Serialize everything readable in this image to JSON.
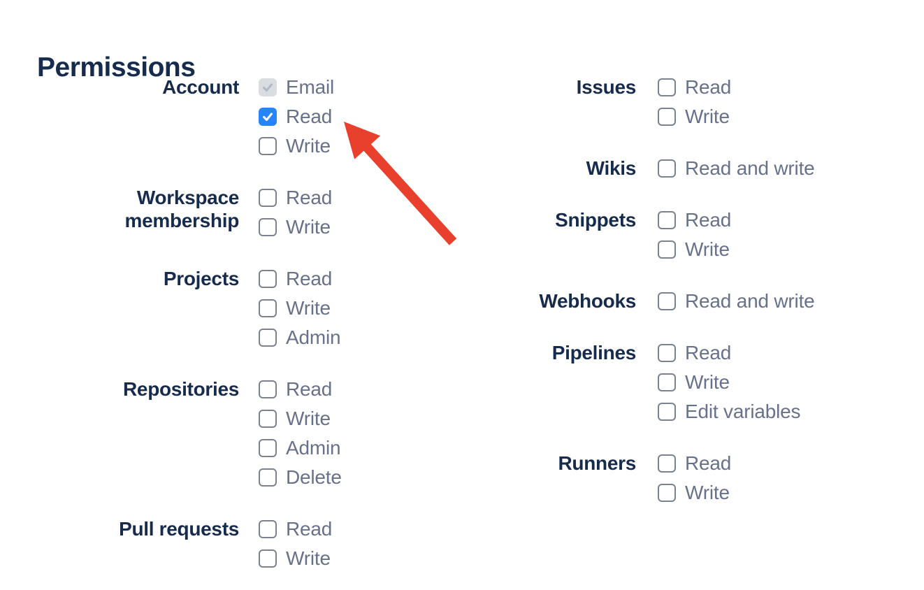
{
  "title": "Permissions",
  "colors": {
    "heading_text": "#172B4D",
    "group_label_text": "#172B4D",
    "option_label_text": "#67718A",
    "checkbox_checked_bg": "#2684FF",
    "checkbox_checkmark": "#FFFFFF",
    "checkbox_disabled_bg": "#D9DCE1",
    "checkbox_disabled_checkmark": "#B2B9C4",
    "checkbox_border": "#7A8290",
    "arrow_red": "#E8402C",
    "background": "#FFFFFF"
  },
  "annotation": {
    "type": "red-arrow",
    "points_to": "account-read-checkbox"
  },
  "columns": {
    "left": [
      {
        "label": "Account",
        "options": [
          {
            "label": "Email",
            "checked": true,
            "disabled": true
          },
          {
            "label": "Read",
            "checked": true,
            "disabled": false
          },
          {
            "label": "Write",
            "checked": false,
            "disabled": false
          }
        ]
      },
      {
        "label": "Workspace membership",
        "options": [
          {
            "label": "Read",
            "checked": false,
            "disabled": false
          },
          {
            "label": "Write",
            "checked": false,
            "disabled": false
          }
        ]
      },
      {
        "label": "Projects",
        "options": [
          {
            "label": "Read",
            "checked": false,
            "disabled": false
          },
          {
            "label": "Write",
            "checked": false,
            "disabled": false
          },
          {
            "label": "Admin",
            "checked": false,
            "disabled": false
          }
        ]
      },
      {
        "label": "Repositories",
        "options": [
          {
            "label": "Read",
            "checked": false,
            "disabled": false
          },
          {
            "label": "Write",
            "checked": false,
            "disabled": false
          },
          {
            "label": "Admin",
            "checked": false,
            "disabled": false
          },
          {
            "label": "Delete",
            "checked": false,
            "disabled": false
          }
        ]
      },
      {
        "label": "Pull requests",
        "options": [
          {
            "label": "Read",
            "checked": false,
            "disabled": false
          },
          {
            "label": "Write",
            "checked": false,
            "disabled": false
          }
        ]
      }
    ],
    "right": [
      {
        "label": "Issues",
        "options": [
          {
            "label": "Read",
            "checked": false,
            "disabled": false
          },
          {
            "label": "Write",
            "checked": false,
            "disabled": false
          }
        ]
      },
      {
        "label": "Wikis",
        "options": [
          {
            "label": "Read and write",
            "checked": false,
            "disabled": false
          }
        ]
      },
      {
        "label": "Snippets",
        "options": [
          {
            "label": "Read",
            "checked": false,
            "disabled": false
          },
          {
            "label": "Write",
            "checked": false,
            "disabled": false
          }
        ]
      },
      {
        "label": "Webhooks",
        "options": [
          {
            "label": "Read and write",
            "checked": false,
            "disabled": false
          }
        ]
      },
      {
        "label": "Pipelines",
        "options": [
          {
            "label": "Read",
            "checked": false,
            "disabled": false
          },
          {
            "label": "Write",
            "checked": false,
            "disabled": false
          },
          {
            "label": "Edit variables",
            "checked": false,
            "disabled": false
          }
        ]
      },
      {
        "label": "Runners",
        "options": [
          {
            "label": "Read",
            "checked": false,
            "disabled": false
          },
          {
            "label": "Write",
            "checked": false,
            "disabled": false
          }
        ]
      }
    ]
  }
}
